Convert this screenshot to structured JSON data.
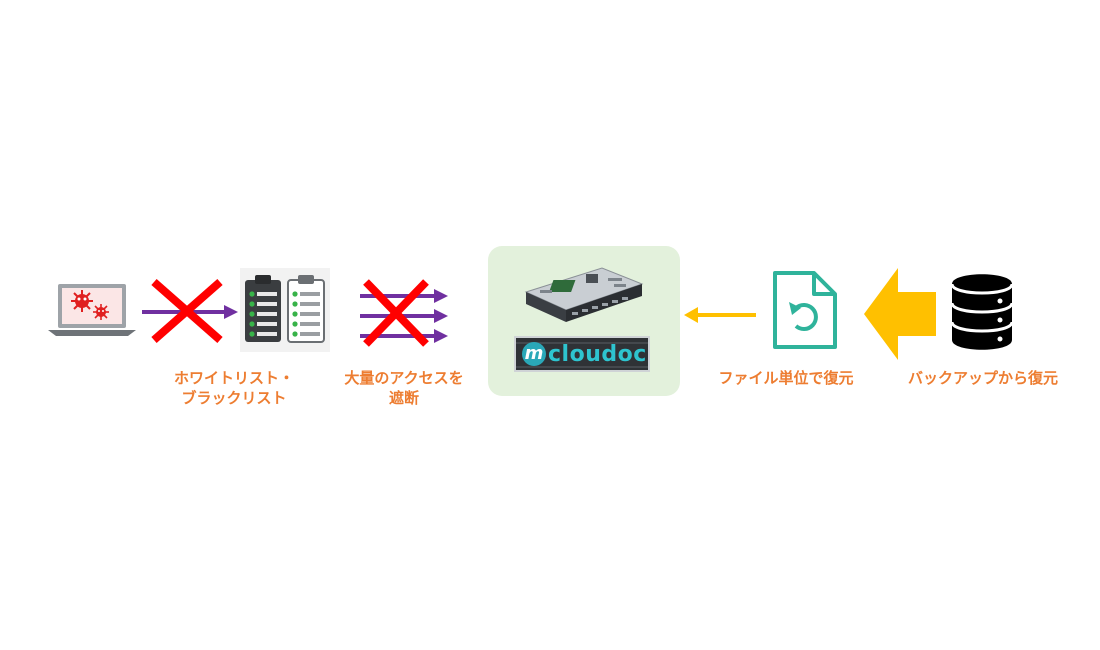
{
  "labels": {
    "whitelist_line1": "ホワイトリスト・",
    "whitelist_line2": "ブラックリスト",
    "block_line1": "大量のアクセスを",
    "block_line2": "遮断",
    "file_restore": "ファイル単位で復元",
    "backup_restore": "バックアップから復元"
  },
  "product": {
    "logo_mark": "m",
    "logo_text": "cloudoc"
  },
  "colors": {
    "label": "#ed7d31",
    "arrow_purple": "#7030a0",
    "cross_red": "#ff0000",
    "arrow_orange": "#ffc000",
    "file_teal": "#2fb39b",
    "highlight_bg": "#e3f1dc"
  },
  "icons": [
    "virus-laptop-icon",
    "block-cross-icon",
    "checklist-icon",
    "blocked-arrows-icon",
    "server-icon",
    "file-restore-icon",
    "database-icon"
  ]
}
